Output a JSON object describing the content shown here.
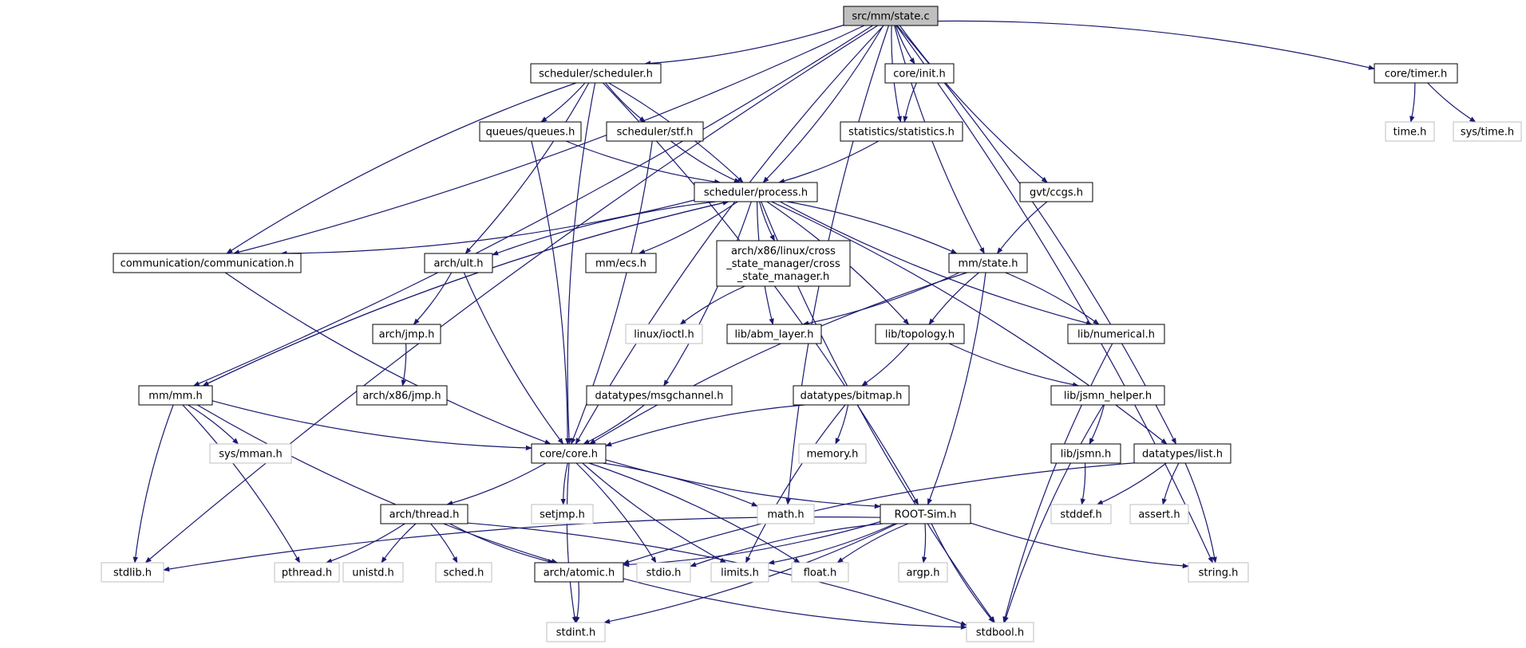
{
  "colors": {
    "edge": "#191970",
    "node_border": "#000000",
    "external_border": "#bfbfbf",
    "external_text": "#7f7f7f",
    "root_fill": "#bfbfbf",
    "node_fill": "#ffffff"
  },
  "nodes": [
    {
      "id": "state_c",
      "label": "src/mm/state.c",
      "kind": "root"
    },
    {
      "id": "sched_h",
      "label": "scheduler/scheduler.h",
      "kind": "internal"
    },
    {
      "id": "init_h",
      "label": "core/init.h",
      "kind": "internal"
    },
    {
      "id": "timer_h",
      "label": "core/timer.h",
      "kind": "internal"
    },
    {
      "id": "time_h",
      "label": "time.h",
      "kind": "external"
    },
    {
      "id": "systime_h",
      "label": "sys/time.h",
      "kind": "external"
    },
    {
      "id": "queues_h",
      "label": "queues/queues.h",
      "kind": "internal"
    },
    {
      "id": "stf_h",
      "label": "scheduler/stf.h",
      "kind": "internal"
    },
    {
      "id": "stats_h",
      "label": "statistics/statistics.h",
      "kind": "internal"
    },
    {
      "id": "process_h",
      "label": "scheduler/process.h",
      "kind": "internal"
    },
    {
      "id": "ccgs_h",
      "label": "gvt/ccgs.h",
      "kind": "internal"
    },
    {
      "id": "comm_h",
      "label": "communication/communication.h",
      "kind": "internal"
    },
    {
      "id": "ult_h",
      "label": "arch/ult.h",
      "kind": "internal"
    },
    {
      "id": "ecs_h",
      "label": "mm/ecs.h",
      "kind": "internal"
    },
    {
      "id": "csm_h",
      "label": "arch/x86/linux/cross\n_state_manager/cross\n_state_manager.h",
      "kind": "internal"
    },
    {
      "id": "mmstate_h",
      "label": "mm/state.h",
      "kind": "internal"
    },
    {
      "id": "ioctl_h",
      "label": "linux/ioctl.h",
      "kind": "external"
    },
    {
      "id": "abm_h",
      "label": "lib/abm_layer.h",
      "kind": "internal"
    },
    {
      "id": "topo_h",
      "label": "lib/topology.h",
      "kind": "internal"
    },
    {
      "id": "numerical_h",
      "label": "lib/numerical.h",
      "kind": "internal"
    },
    {
      "id": "jmp_h",
      "label": "arch/jmp.h",
      "kind": "internal"
    },
    {
      "id": "x86jmp_h",
      "label": "arch/x86/jmp.h",
      "kind": "internal"
    },
    {
      "id": "mm_h",
      "label": "mm/mm.h",
      "kind": "internal"
    },
    {
      "id": "msgchannel_h",
      "label": "datatypes/msgchannel.h",
      "kind": "internal"
    },
    {
      "id": "bitmap_h",
      "label": "datatypes/bitmap.h",
      "kind": "internal"
    },
    {
      "id": "jsmnhelper_h",
      "label": "lib/jsmn_helper.h",
      "kind": "internal"
    },
    {
      "id": "sysmman_h",
      "label": "sys/mman.h",
      "kind": "external"
    },
    {
      "id": "core_h",
      "label": "core/core.h",
      "kind": "internal"
    },
    {
      "id": "memory_h",
      "label": "memory.h",
      "kind": "external"
    },
    {
      "id": "jsmn_h",
      "label": "lib/jsmn.h",
      "kind": "internal"
    },
    {
      "id": "list_h",
      "label": "datatypes/list.h",
      "kind": "internal"
    },
    {
      "id": "thread_h",
      "label": "arch/thread.h",
      "kind": "internal"
    },
    {
      "id": "setjmp_h",
      "label": "setjmp.h",
      "kind": "external"
    },
    {
      "id": "math_h",
      "label": "math.h",
      "kind": "external"
    },
    {
      "id": "rootsim_h",
      "label": "ROOT-Sim.h",
      "kind": "internal"
    },
    {
      "id": "stddef_h",
      "label": "stddef.h",
      "kind": "external"
    },
    {
      "id": "assert_h",
      "label": "assert.h",
      "kind": "external"
    },
    {
      "id": "stdlib_h",
      "label": "stdlib.h",
      "kind": "external"
    },
    {
      "id": "pthread_h",
      "label": "pthread.h",
      "kind": "external"
    },
    {
      "id": "unistd_h",
      "label": "unistd.h",
      "kind": "external"
    },
    {
      "id": "sched_h2",
      "label": "sched.h",
      "kind": "external"
    },
    {
      "id": "atomic_h",
      "label": "arch/atomic.h",
      "kind": "internal"
    },
    {
      "id": "stdio_h",
      "label": "stdio.h",
      "kind": "external"
    },
    {
      "id": "limits_h",
      "label": "limits.h",
      "kind": "external"
    },
    {
      "id": "float_h",
      "label": "float.h",
      "kind": "external"
    },
    {
      "id": "argp_h",
      "label": "argp.h",
      "kind": "external"
    },
    {
      "id": "string_h",
      "label": "string.h",
      "kind": "external"
    },
    {
      "id": "stdint_h",
      "label": "stdint.h",
      "kind": "external"
    },
    {
      "id": "stdbool_h",
      "label": "stdbool.h",
      "kind": "external"
    }
  ],
  "edges": [
    [
      "state_c",
      "sched_h"
    ],
    [
      "state_c",
      "init_h"
    ],
    [
      "state_c",
      "timer_h"
    ],
    [
      "state_c",
      "stats_h"
    ],
    [
      "state_c",
      "process_h"
    ],
    [
      "state_c",
      "ccgs_h"
    ],
    [
      "state_c",
      "comm_h"
    ],
    [
      "state_c",
      "mmstate_h"
    ],
    [
      "state_c",
      "mm_h"
    ],
    [
      "state_c",
      "core_h"
    ],
    [
      "state_c",
      "list_h"
    ],
    [
      "state_c",
      "math_h"
    ],
    [
      "state_c",
      "string_h"
    ],
    [
      "state_c",
      "stdlib_h"
    ],
    [
      "timer_h",
      "time_h"
    ],
    [
      "timer_h",
      "systime_h"
    ],
    [
      "sched_h",
      "queues_h"
    ],
    [
      "sched_h",
      "stf_h"
    ],
    [
      "sched_h",
      "process_h"
    ],
    [
      "sched_h",
      "comm_h"
    ],
    [
      "sched_h",
      "ult_h"
    ],
    [
      "sched_h",
      "core_h"
    ],
    [
      "sched_h",
      "rootsim_h"
    ],
    [
      "init_h",
      "stats_h"
    ],
    [
      "stats_h",
      "process_h"
    ],
    [
      "queues_h",
      "process_h"
    ],
    [
      "queues_h",
      "core_h"
    ],
    [
      "stf_h",
      "process_h"
    ],
    [
      "stf_h",
      "core_h"
    ],
    [
      "ccgs_h",
      "mmstate_h"
    ],
    [
      "process_h",
      "comm_h"
    ],
    [
      "process_h",
      "ult_h"
    ],
    [
      "process_h",
      "ecs_h"
    ],
    [
      "process_h",
      "csm_h"
    ],
    [
      "process_h",
      "mmstate_h"
    ],
    [
      "process_h",
      "abm_h"
    ],
    [
      "process_h",
      "topo_h"
    ],
    [
      "process_h",
      "numerical_h"
    ],
    [
      "process_h",
      "msgchannel_h"
    ],
    [
      "process_h",
      "mm_h"
    ],
    [
      "process_h",
      "list_h"
    ],
    [
      "process_h",
      "stdbool_h"
    ],
    [
      "mm_h",
      "process_h"
    ],
    [
      "comm_h",
      "core_h"
    ],
    [
      "ult_h",
      "jmp_h"
    ],
    [
      "ult_h",
      "core_h"
    ],
    [
      "jmp_h",
      "x86jmp_h"
    ],
    [
      "csm_h",
      "ioctl_h"
    ],
    [
      "mmstate_h",
      "abm_h"
    ],
    [
      "mmstate_h",
      "topo_h"
    ],
    [
      "mmstate_h",
      "numerical_h"
    ],
    [
      "mmstate_h",
      "core_h"
    ],
    [
      "mmstate_h",
      "rootsim_h"
    ],
    [
      "numerical_h",
      "stdbool_h"
    ],
    [
      "topo_h",
      "bitmap_h"
    ],
    [
      "topo_h",
      "jsmnhelper_h"
    ],
    [
      "msgchannel_h",
      "core_h"
    ],
    [
      "bitmap_h",
      "core_h"
    ],
    [
      "bitmap_h",
      "memory_h"
    ],
    [
      "bitmap_h",
      "limits_h"
    ],
    [
      "jsmnhelper_h",
      "jsmn_h"
    ],
    [
      "jsmnhelper_h",
      "stdbool_h"
    ],
    [
      "jsmn_h",
      "stddef_h"
    ],
    [
      "mm_h",
      "core_h"
    ],
    [
      "mm_h",
      "sysmman_h"
    ],
    [
      "mm_h",
      "stdlib_h"
    ],
    [
      "mm_h",
      "pthread_h"
    ],
    [
      "mm_h",
      "atomic_h"
    ],
    [
      "list_h",
      "stddef_h"
    ],
    [
      "list_h",
      "assert_h"
    ],
    [
      "list_h",
      "string_h"
    ],
    [
      "list_h",
      "atomic_h"
    ],
    [
      "core_h",
      "thread_h"
    ],
    [
      "core_h",
      "setjmp_h"
    ],
    [
      "core_h",
      "math_h"
    ],
    [
      "core_h",
      "rootsim_h"
    ],
    [
      "core_h",
      "stdio_h"
    ],
    [
      "core_h",
      "limits_h"
    ],
    [
      "core_h",
      "float_h"
    ],
    [
      "core_h",
      "stdint_h"
    ],
    [
      "thread_h",
      "pthread_h"
    ],
    [
      "thread_h",
      "unistd_h"
    ],
    [
      "thread_h",
      "sched_h2"
    ],
    [
      "thread_h",
      "atomic_h"
    ],
    [
      "thread_h",
      "stdbool_h"
    ],
    [
      "rootsim_h",
      "stdlib_h"
    ],
    [
      "rootsim_h",
      "atomic_h"
    ],
    [
      "rootsim_h",
      "stdio_h"
    ],
    [
      "rootsim_h",
      "limits_h"
    ],
    [
      "rootsim_h",
      "float_h"
    ],
    [
      "rootsim_h",
      "argp_h"
    ],
    [
      "rootsim_h",
      "string_h"
    ],
    [
      "rootsim_h",
      "stdint_h"
    ],
    [
      "rootsim_h",
      "stdbool_h"
    ],
    [
      "atomic_h",
      "stdint_h"
    ],
    [
      "atomic_h",
      "stdbool_h"
    ]
  ]
}
